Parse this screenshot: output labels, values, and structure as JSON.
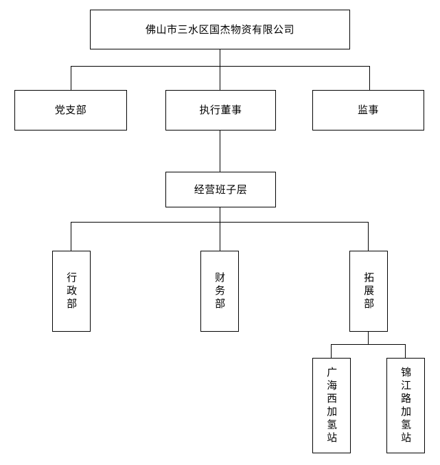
{
  "chart_data": {
    "type": "diagram",
    "diagram_kind": "organizational-chart",
    "title": "佛山市三水区国杰物资有限公司",
    "orientation": "top-down",
    "background_color": "#ffffff",
    "line_color": "#000000",
    "box_fill_color": "#ffffff",
    "text_color": "#000000",
    "levels": [
      {
        "level": 1,
        "nodes": [
          "佛山市三水区国杰物资有限公司"
        ]
      },
      {
        "level": 2,
        "nodes": [
          "党支部",
          "执行董事",
          "监事"
        ]
      },
      {
        "level": 3,
        "nodes": [
          "经营班子层"
        ]
      },
      {
        "level": 4,
        "nodes": [
          "行政部",
          "财务部",
          "拓展部"
        ]
      },
      {
        "level": 5,
        "nodes": [
          "广海西加氢站",
          "锦江路加氢站"
        ]
      }
    ],
    "edges": [
      {
        "from": "佛山市三水区国杰物资有限公司",
        "to": "党支部"
      },
      {
        "from": "佛山市三水区国杰物资有限公司",
        "to": "执行董事"
      },
      {
        "from": "佛山市三水区国杰物资有限公司",
        "to": "监事"
      },
      {
        "from": "执行董事",
        "to": "经营班子层"
      },
      {
        "from": "经营班子层",
        "to": "行政部"
      },
      {
        "from": "经营班子层",
        "to": "财务部"
      },
      {
        "from": "经营班子层",
        "to": "拓展部"
      },
      {
        "from": "拓展部",
        "to": "广海西加氢站"
      },
      {
        "from": "拓展部",
        "to": "锦江路加氢站"
      }
    ]
  },
  "nodes": {
    "company": {
      "label": "佛山市三水区国杰物资有限公司",
      "text_direction": "horizontal"
    },
    "party_branch": {
      "label": "党支部",
      "text_direction": "horizontal"
    },
    "executive_director": {
      "label": "执行董事",
      "text_direction": "horizontal"
    },
    "supervisor": {
      "label": "监事",
      "text_direction": "horizontal"
    },
    "management_team": {
      "label": "经营班子层",
      "text_direction": "horizontal"
    },
    "admin_dept": {
      "label": "行政部",
      "text_direction": "vertical"
    },
    "finance_dept": {
      "label": "财务部",
      "text_direction": "vertical"
    },
    "development_dept": {
      "label": "拓展部",
      "text_direction": "vertical"
    },
    "guanghaixi_station": {
      "label": "广海西加氢站",
      "text_direction": "vertical"
    },
    "jinjianglu_station": {
      "label": "锦江路加氢站",
      "text_direction": "vertical"
    }
  }
}
